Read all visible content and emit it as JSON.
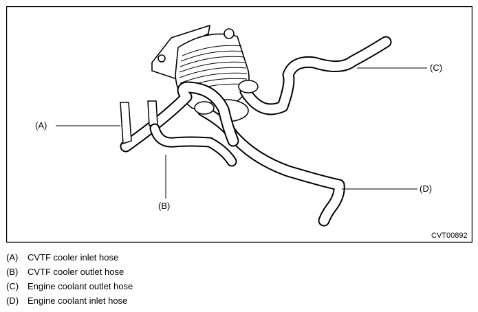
{
  "figure": {
    "code": "CVT00892",
    "callouts": [
      {
        "key": "A",
        "text": "(A)"
      },
      {
        "key": "B",
        "text": "(B)"
      },
      {
        "key": "C",
        "text": "(C)"
      },
      {
        "key": "D",
        "text": "(D)"
      }
    ]
  },
  "legend": [
    {
      "key": "(A)",
      "text": "CVTF cooler inlet hose"
    },
    {
      "key": "(B)",
      "text": "CVTF cooler outlet hose"
    },
    {
      "key": "(C)",
      "text": "Engine coolant outlet hose"
    },
    {
      "key": "(D)",
      "text": "Engine coolant inlet hose"
    }
  ],
  "colors": {
    "line": "#000000",
    "background": "#ffffff"
  }
}
